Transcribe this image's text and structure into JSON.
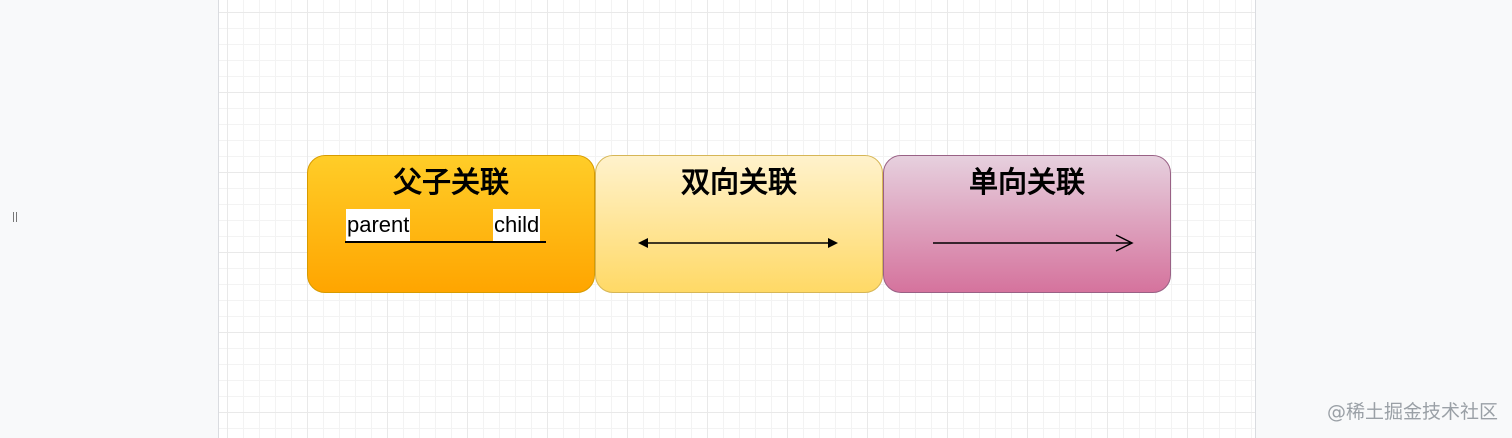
{
  "diagram": {
    "boxes": [
      {
        "id": "parent-child",
        "title": "父子关联",
        "fill_top": "#ffcd28",
        "fill_bottom": "#ffa500",
        "stroke": "#d79b00"
      },
      {
        "id": "bidirectional",
        "title": "双向关联",
        "fill_top": "#fff2cc",
        "fill_bottom": "#ffd966",
        "stroke": "#d6b656"
      },
      {
        "id": "unidirectional",
        "title": "单向关联",
        "fill_top": "#e6d0de",
        "fill_bottom": "#d5739d",
        "stroke": "#996185"
      }
    ],
    "parent_child": {
      "parent_label": "parent",
      "child_label": "child"
    },
    "connectors": [
      {
        "box": "bidirectional",
        "style": "double-headed-arrow"
      },
      {
        "box": "unidirectional",
        "style": "open-arrow-right"
      }
    ]
  },
  "watermark": "@稀土掘金技术社区"
}
